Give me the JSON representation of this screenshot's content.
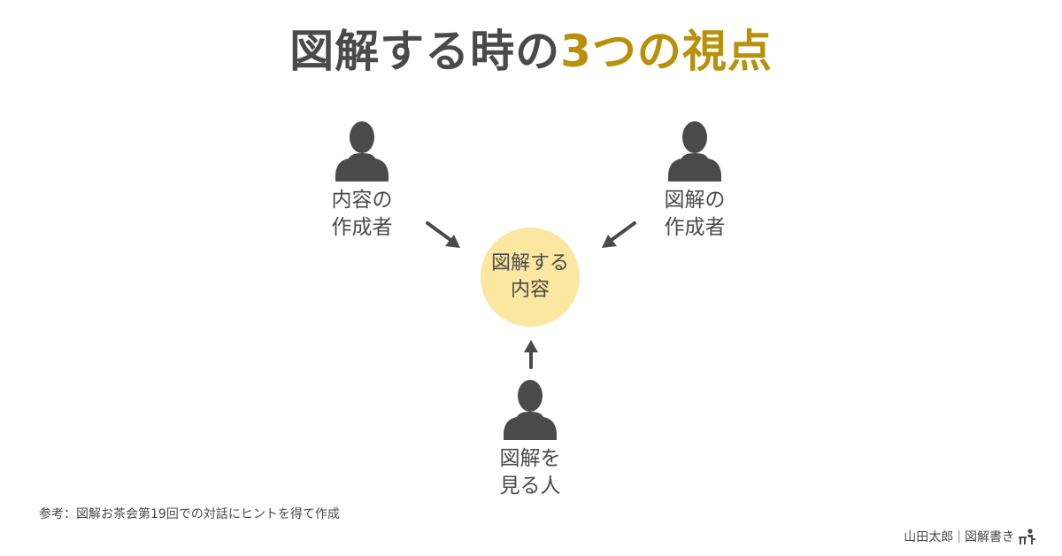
{
  "title": {
    "main": "図解する時の",
    "accent": "3つの視点"
  },
  "center": {
    "line1": "図解する",
    "line2": "内容"
  },
  "persons": {
    "content_creator": {
      "line1": "内容の",
      "line2": "作成者"
    },
    "diagram_creator": {
      "line1": "図解の",
      "line2": "作成者"
    },
    "viewer": {
      "line1": "図解を",
      "line2": "見る人"
    }
  },
  "footnote": "参考：図解お茶会第19回での対話にヒントを得て作成",
  "credit": {
    "author": "山田太郎",
    "separator": "|",
    "brand": "図解書き"
  },
  "colors": {
    "text": "#4a4a4a",
    "accent": "#b8900b",
    "circle": "#fbe7a0",
    "icon": "#4a4a4a"
  },
  "icons": {
    "person": "person-icon",
    "arrow": "arrow-icon",
    "logo": "writer-at-desk-icon"
  }
}
